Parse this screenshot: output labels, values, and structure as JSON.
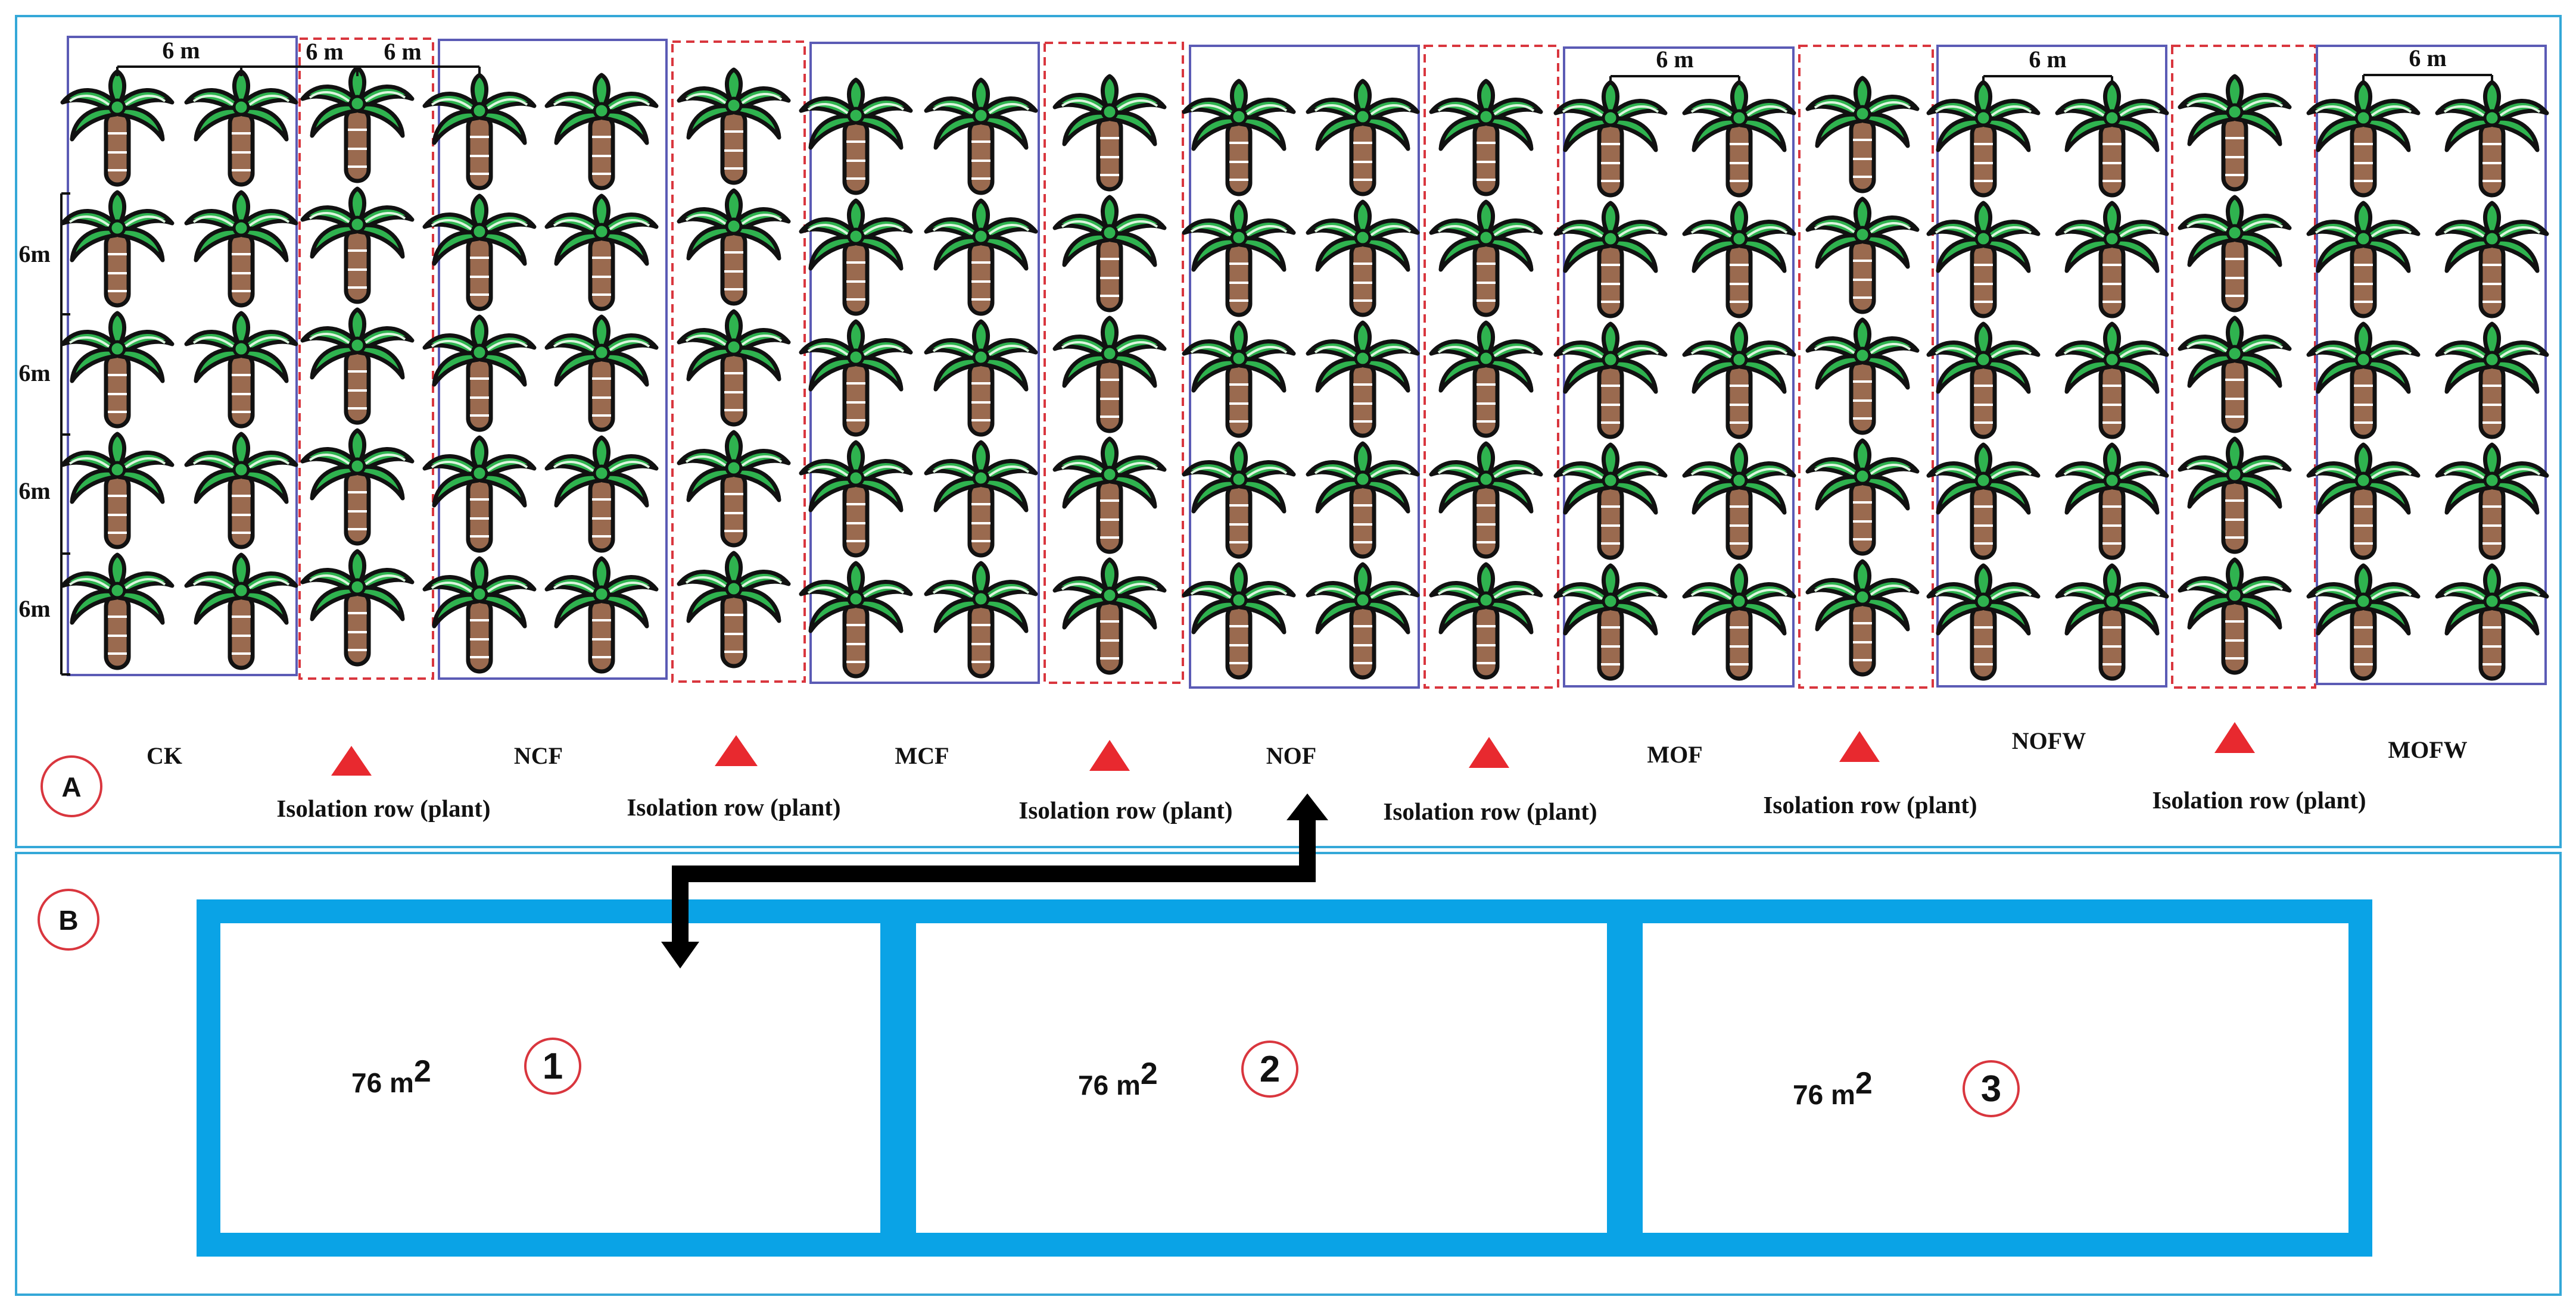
{
  "panel_a": {
    "letter": "A",
    "treatments": [
      "CK",
      "NCF",
      "MCF",
      "NOF",
      "MOF",
      "NOFW",
      "MOFW"
    ],
    "isolation_label": "Isolation row (plant)",
    "spacing_labels": {
      "horizontal": "6 m",
      "vertical": "6m"
    },
    "plants_per_row": 5,
    "colors": {
      "treatment_border": "#5B5BB5",
      "isolation_border": "#D9363E",
      "frame": "#35A8D8",
      "marker": "#E8292F",
      "leaf": "#2FB34F",
      "trunk": "#9A6A4F"
    }
  },
  "panel_b": {
    "letter": "B",
    "blocks": [
      {
        "area_value": "76 m",
        "area_exp": "2",
        "number": "1"
      },
      {
        "area_value": "76 m",
        "area_exp": "2",
        "number": "2"
      },
      {
        "area_value": "76 m",
        "area_exp": "2",
        "number": "3"
      }
    ],
    "colors": {
      "block_border": "#0AA3E6",
      "arrow": "#000000"
    }
  }
}
